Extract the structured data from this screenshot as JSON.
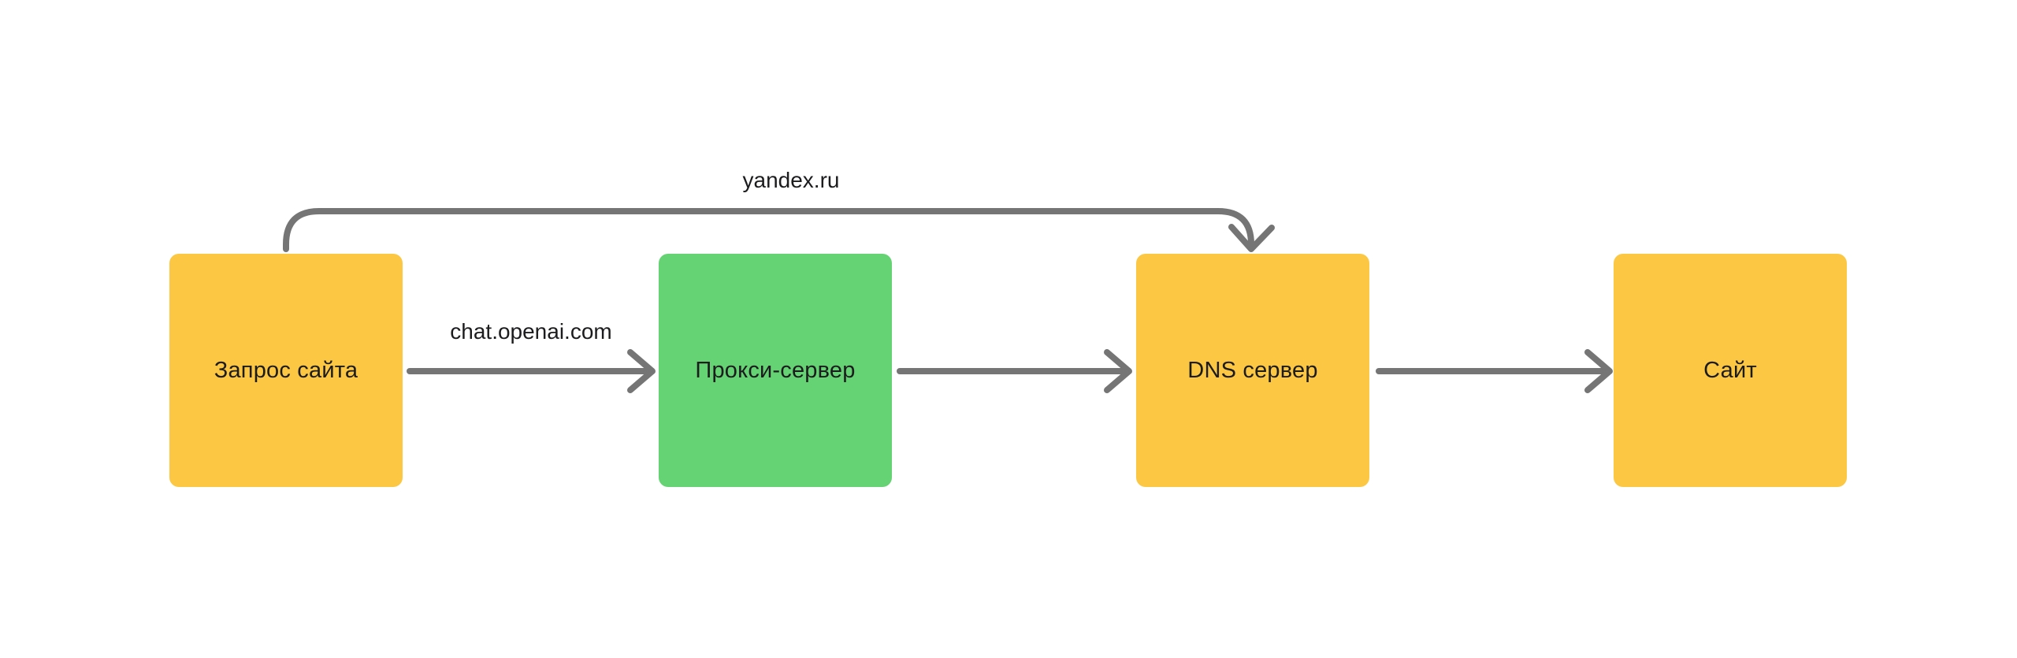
{
  "diagram": {
    "nodes": [
      {
        "id": "site-request",
        "label": "Запрос сайта",
        "fill": "#FCC843"
      },
      {
        "id": "proxy-server",
        "label": "Прокси-сервер",
        "fill": "#65D373"
      },
      {
        "id": "dns-server",
        "label": "DNS сервер",
        "fill": "#FCC843"
      },
      {
        "id": "site",
        "label": "Сайт",
        "fill": "#FCC843"
      }
    ],
    "edges": [
      {
        "id": "request-to-proxy",
        "from": "site-request",
        "to": "proxy-server",
        "label": "chat.openai.com",
        "style": "straight"
      },
      {
        "id": "proxy-to-dns",
        "from": "proxy-server",
        "to": "dns-server",
        "label": "",
        "style": "straight"
      },
      {
        "id": "dns-to-site",
        "from": "dns-server",
        "to": "site",
        "label": "",
        "style": "straight"
      },
      {
        "id": "request-to-dns",
        "from": "site-request",
        "to": "dns-server",
        "label": "yandex.ru",
        "style": "curved-over-top"
      }
    ],
    "colors": {
      "background": "#FFFFFF",
      "arrow": "#757575",
      "label_text": "#1C1C1E",
      "node_yellow": "#FCC843",
      "node_green": "#65D373"
    }
  }
}
